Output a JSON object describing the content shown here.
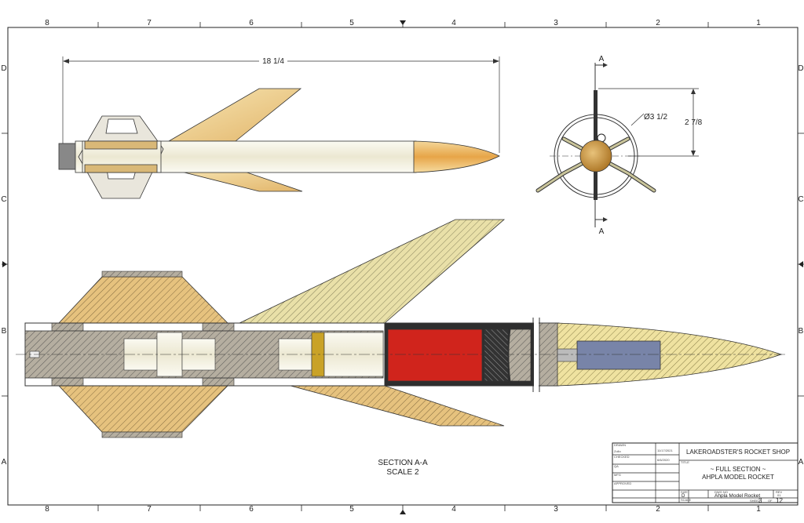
{
  "zones": {
    "columns": [
      "8",
      "7",
      "6",
      "5",
      "4",
      "3",
      "2",
      "1"
    ],
    "rows": [
      "D",
      "C",
      "B",
      "A"
    ]
  },
  "dimensions": {
    "overall_length": "18 1/4",
    "diameter": "Ø3 1/2",
    "fin_span": "2 7/8"
  },
  "section_marker": "A",
  "section_caption": {
    "title": "SECTION A-A",
    "scale": "SCALE 2"
  },
  "title_block": {
    "company": "LAKEROADSTER'S ROCKET SHOP",
    "title_line1": "~ FULL SECTION ~",
    "title_line2": "AHPLA MODEL ROCKET",
    "drawn_label": "DRAWN",
    "drawn_by": "Zollo",
    "drawn_date": "11/17/2021",
    "checked_label": "CHECKED",
    "checked_date": "6/6/2020",
    "qa_label": "QA",
    "mfg_label": "MFG",
    "approved_label": "APPROVED",
    "title_label": "TITLE",
    "size_label": "SIZE",
    "size": "D",
    "dwg_no_label": "DWG NO",
    "dwg_no": "Ahpla Model Rocket",
    "rev_label": "REV",
    "rev": "01",
    "scale_label": "SCALE",
    "sheet_label": "SHEET",
    "sheet": "3",
    "of_label": "OF",
    "sheet_total": "12"
  },
  "colors": {
    "wood": "#e8c98a",
    "brass": "#c9973e",
    "tube": "#f3f0e0",
    "red": "#d0241c",
    "blue": "#7884a8",
    "hatch_grey": "#9a9486"
  }
}
